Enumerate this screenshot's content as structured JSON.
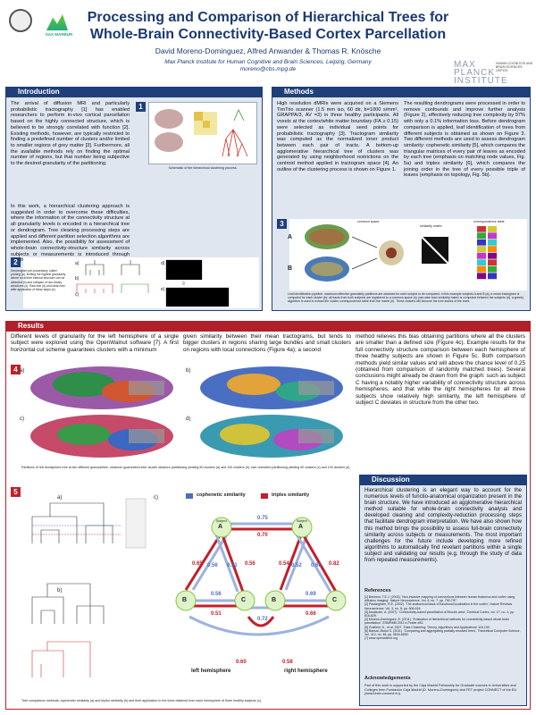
{
  "header": {
    "title_line1": "Processing and Comparison of Hierarchical Trees for",
    "title_line2": "Whole-Brain Connectivity-Based Cortex Parcellation",
    "authors": "David Moreno-Dominguez, Alfred Anwander & Thomas R. Knösche",
    "affiliation": "Max Planck Institute for Human Cognitive and Brain Sciences, Leipzig, Germany",
    "email": "moreno@cbs.mpg.de",
    "logo_right_line1": "MAX",
    "logo_right_line2": "PLANCK",
    "logo_right_line3": "INSTITUTE",
    "logo_right_sub": "HUMAN COGNITIVE AND BRAIN SCIENCES",
    "logo_right_city": "LEIPZIG",
    "logo_left_label": "SAX MARBUR"
  },
  "intro": {
    "heading": "Introduction",
    "para1": "The arrival of diffusion MRI and particularly probabilistic tractography [1] has enabled researchers to perform in-vivo cortical parcellation based on the highly connected structure, which is believed to be strongly correlated with function [2]. Existing methods, however, are typically restricted to finding a predefined number of clusters and/or limited to smaller regions of grey matter [3]. Furthermore, all the available methods rely on finding the optimal number of regions, but that number being subjective to the desired granularity of the partitioning.",
    "para2": "In this work, a hierarchical clustering approach is suggested in order to overcome these difficulties, where the information of the connectivity structure at all granularity levels is encoded in a hierarchical tree or dendrogram. Tree cleaning processing steps are applied and different partition selection algorithms are implemented. Also, the possibility for assessment of whole-brain connectivity-structure similarity across subjects or measurements is introduced through dendrogram comparison.",
    "fig1_num": "1",
    "fig1_caption": "Schematic of the hierarchical clustering process.",
    "fig2_num": "2",
    "fig2_caption": "Dendrogram pre-processing: outlier pruning (a), limiting the highest granularity where no further internal structure can be detected (b) and collapse of non-binary structures (c). Raw tree (d) and clean tree after application of these steps (e).",
    "fig2_labels": [
      "a)",
      "b)",
      "c)",
      "d)",
      "e)"
    ]
  },
  "methods": {
    "heading": "Methods",
    "para1": "High resolution dMRIs were acquired on a Siemens TimTrio scanner (1.5 mm iso, 60 dir, b=1000 s/mm², GRAPPA/3, AV =3) in three healthy participants. All voxels at the cortex/white matter boundary (FA ≥ 0.15) were selected as individual seed points for probabilistic tractography [3]. Tractogram similarity was computed as the normalized inner product between each pair of tracts. A bottom-up agglomerative hierarchical tree of clusters was generated by using neighborhood restrictions on the centroid method applied in tractogram space [4]. An outline of the clustering process is shown on Figure 1.",
    "para2": "The resulting dendrograms were processed in order to remove confounds and improve further analysis (Figure 2), effectively reducing tree complexity by 97% with only a 0.1% information loss. Before dendrogram comparison is applied, leaf identification of trees from different subjects is obtained as shown on Figure 3. Two different methods are used to assess dendrogram similarity: cophenetic similarity [5], which compares the triangular matrices of every pair of leaves as encoded by each tree (emphasis on matching node values, Fig. 5a) and triples similarity [6], which compares the joining order in the tree of every possible triple of leaves (emphasis on topology, Fig. 5b).",
    "fig3_num": "3",
    "fig3_labels": [
      "common space",
      "similarity matrix",
      "correspondence table",
      "A",
      "B"
    ],
    "fig3_caption": "Leaf identification pipeline: maximum effective granularity partitions are obtained for each subject to be compared. In this example subjects A and B (a); a mean tractogram is computed for each cluster (b); all tracts from both subjects are registered to a common space (c); pair-wise tract similarity matrix is computed between the subjects (d), a greedy algorithm is used to extract the cluster correspondence table from the matrix (e). These clusters will become the new leaves of the trees."
  },
  "results": {
    "heading": "Results",
    "col1": "Different levels of granularity for the left hemisphere of a single subject were explored using the OpenWalnut software [7]. A first horizontal cut scheme guarantees clusters with a minimum",
    "col2": "given similarity between their mean tractograms, but tends to bigger clusters in regions sharing large bundles and small clusters on regions with local connections (Figure 4a); a second",
    "col3a": "method relieves this bias obtaining partitions where all the clusters are smaller than a defined size (Figure 4c).",
    "col3b": "Example results for the full connectivity structure comparison between each hemisphere of three healthy subjects are shown in Figure 5c. Both comparison methods yield similar values and will above the chance level of 0.25 (obtained from comparison of randomly matched trees). Several conclusions might already be drawn from the graph: such as subject C having a notably higher variability of connectivity structure across hemispheres, and that while the right hemispheres for all three subjects show relatively high similarity, the left hemisphere of subject C deviates in structure from the other two.",
    "fig4_num": "4",
    "fig4_labels": [
      "a)",
      "b)",
      "c)",
      "d)"
    ],
    "fig4_caption": "Partitions of left hemisphere tree at two different granularities: minimum guaranteed inter-cluster distance partitioning yielding 50 clusters (a) and 100 clusters (b); size-restricted partitioning yielding 50 clusters (c) and 100 clusters (d).",
    "fig5_num": "5",
    "fig5_labels": [
      "a)",
      "b)",
      "c)"
    ],
    "fig5_caption": "Tree comparison methods: cophenetic similarity (a) and triples similarity (b) and their application to the trees obtained from each hemisphere of three healthy subjects (c).",
    "fig5_legend_coph": "cophenetic similarity",
    "fig5_legend_trip": "triples similarity",
    "fig5_left": "left hemisphere",
    "fig5_right": "right hemisphere",
    "fig5_subject": "Subject",
    "left_nodes": [
      "A",
      "B",
      "C"
    ],
    "right_nodes": [
      "A",
      "B",
      "C"
    ],
    "left_values": {
      "ab_blue": "0.56",
      "ab_red": "0.65",
      "ac_blue": "0.51",
      "ac_red": "0.56",
      "bc_blue": "0.56",
      "bc_red": "0.51"
    },
    "right_values": {
      "ab_blue": "0.52",
      "ab_red": "0.54",
      "ac_blue": "0.66",
      "ac_red": "0.82",
      "bc_blue": "0.69",
      "bc_red": "0.66"
    },
    "cross_values": {
      "top_blue": "0.75",
      "top_red": "0.70",
      "bottom_blue": "0.72",
      "bottom_red_left": "0.60",
      "bottom_red_right": "0.58"
    }
  },
  "discussion": {
    "heading": "Discussion",
    "text": "Hierarchical clustering is an elegant way to account for the numerous levels of functio-anatomical organization present in the brain structure. We have introduced an agglomerative hierarchical method suitable for whole-brain connectivity analysis and developed cleaning and complexity-reduction processing steps that facilitate dendrogram interpretation. We have also shown how this method brings the possibility to assess full-brain connectivity similarity across subjects or measurements. The most important challenges for the future include developing more refined algorithms to automatically find revelant partitions within a single subject and validating our results (e.g. through the study of data from repeated measurements).",
    "references_heading": "References",
    "references": [
      "[1] Behrens, T.E.J. (2003). 'Non-invasive mapping of connections between human thalamus and cortex using diffusion imaging', Nature Neuroscience, Vol. 6, no. 7, pp. 750-757.",
      "[2] Passingham, R.E. (2002). 'The anatomical basis of functional localization in the cortex', Nature Reviews Neuroscience, Vol. 3, no. 8, pp. 606-616.",
      "[3] Anwander, A. (2007). 'Connectivity-based parcellation of Broca's area', Cerebral Cortex, vol. 17, no. 4, pp. 816-825.",
      "[4] Moreno-Dominguez, D. (2011). 'Evaluation of hierarchical methods for connectivity-based whole-brain parcellation', ESMRMB 2011 e-Poster #82.",
      "[5] Gusfield, D., et al. 2007. 'Data Clustering: Theory, Algorithms and Applications' 116-130.",
      "[6] Bansal, Mukul S. (2011). 'Comparing and aggregating partially resolved trees', Theoretical Computer Science, Vol. 412, no. 48, pp. 6634-6652.",
      "[7] www.openwalnut.org"
    ],
    "ack_heading": "Acknowledgements",
    "ack_text": "Part of this work is supported by the Caja Madrid Fellowship for Graduate courses in Universities and Colleges from Fundacion Caja Madrid (D. Moreno-Dominguez) and FET project CONNECT of the EU (www.brain-connect.eu)."
  }
}
